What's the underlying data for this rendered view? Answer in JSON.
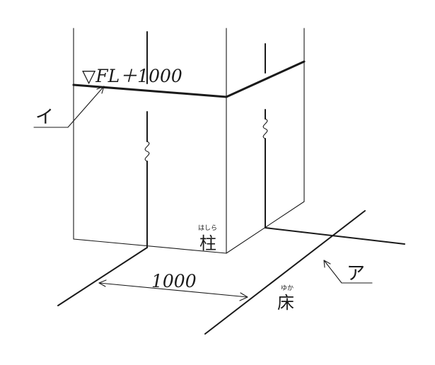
{
  "labels": {
    "level_marker": "▽FL＋1000",
    "dimension_value": "1000",
    "callout_i": "イ",
    "callout_a": "ア",
    "pillar_kanji": "柱",
    "pillar_ruby": "はしら",
    "floor_kanji": "床",
    "floor_ruby": "ゆか"
  },
  "colors": {
    "line": "#1a1a1a",
    "background": "#ffffff"
  }
}
